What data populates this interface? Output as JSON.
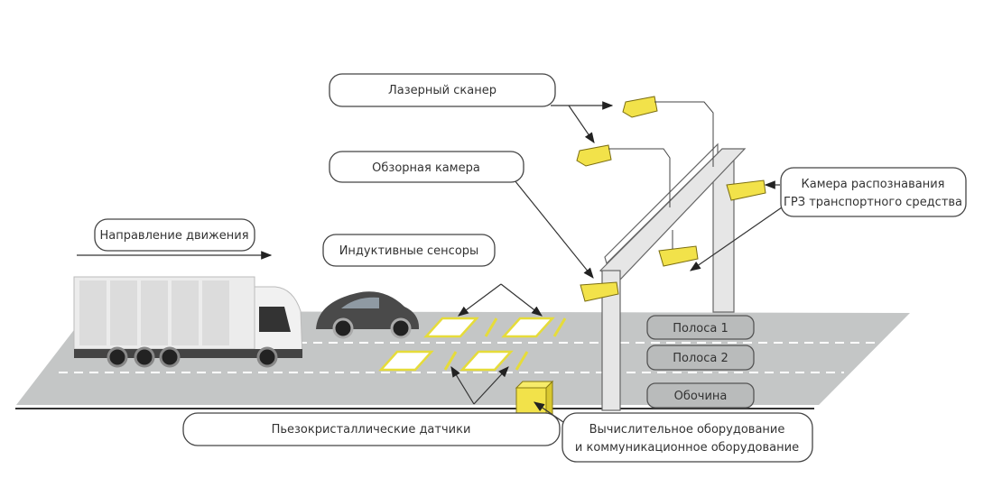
{
  "title": "Схема пункта весогабаритного контроля",
  "labels": {
    "laser_scanner": "Лазерный сканер",
    "overview_camera": "Обзорная камера",
    "direction": "Направление движения",
    "inductive_sensors": "Индуктивные сенсоры",
    "piezo_sensors": "Пьезокристаллические датчики",
    "plate_camera_line1": "Камера распознавания",
    "plate_camera_line2": "ГРЗ транспортного средства",
    "computing_line1": "Вычислительное оборудование",
    "computing_line2": "и коммуникационное оборудование"
  },
  "lanes": [
    "Полоса 1",
    "Полоса 2",
    "Обочина"
  ],
  "colors": {
    "road": "#c4c6c6",
    "device": "#f2e24a",
    "lane_badge": "#b9bbbb"
  }
}
